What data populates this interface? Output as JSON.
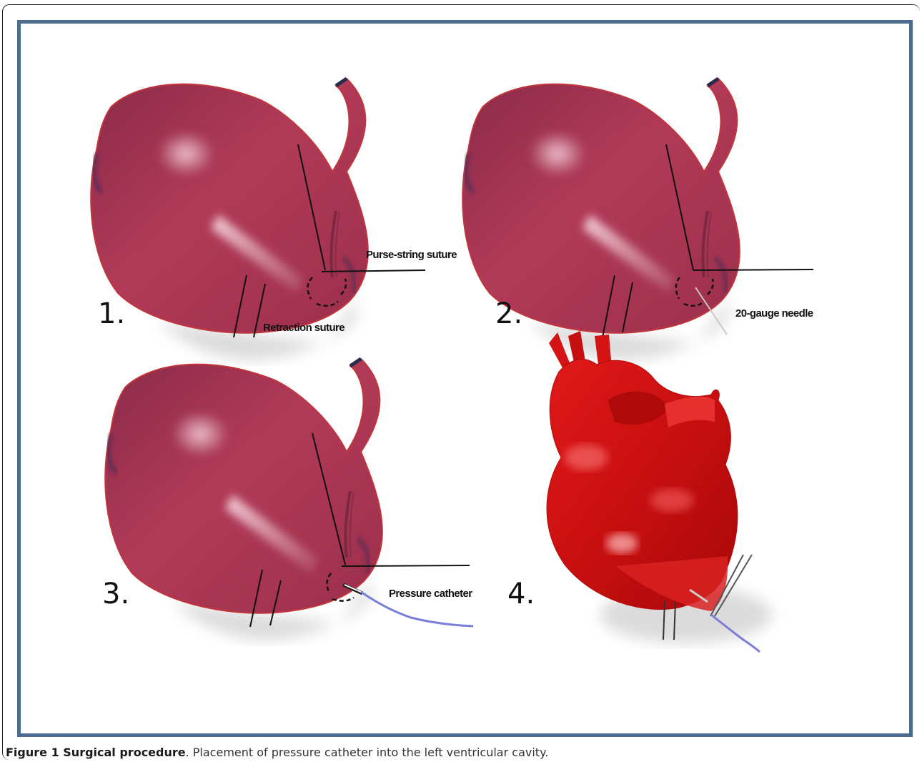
{
  "panels": [
    {
      "number": "1.",
      "labels": [
        "Purse-string suture",
        "Retraction suture"
      ]
    },
    {
      "number": "2.",
      "labels": [
        "20-gauge needle"
      ]
    },
    {
      "number": "3.",
      "labels": [
        "Pressure catheter"
      ]
    },
    {
      "number": "4.",
      "labels": []
    }
  ],
  "caption": {
    "title": "Figure 1 Surgical procedure",
    "text": ". Placement of pressure catheter into the left ventricular cavity."
  },
  "colors": {
    "frame": "#4d6a90",
    "heart_schematic": "#a8344f",
    "heart_3d": "#d41414",
    "catheter": "#7b7ed8"
  }
}
